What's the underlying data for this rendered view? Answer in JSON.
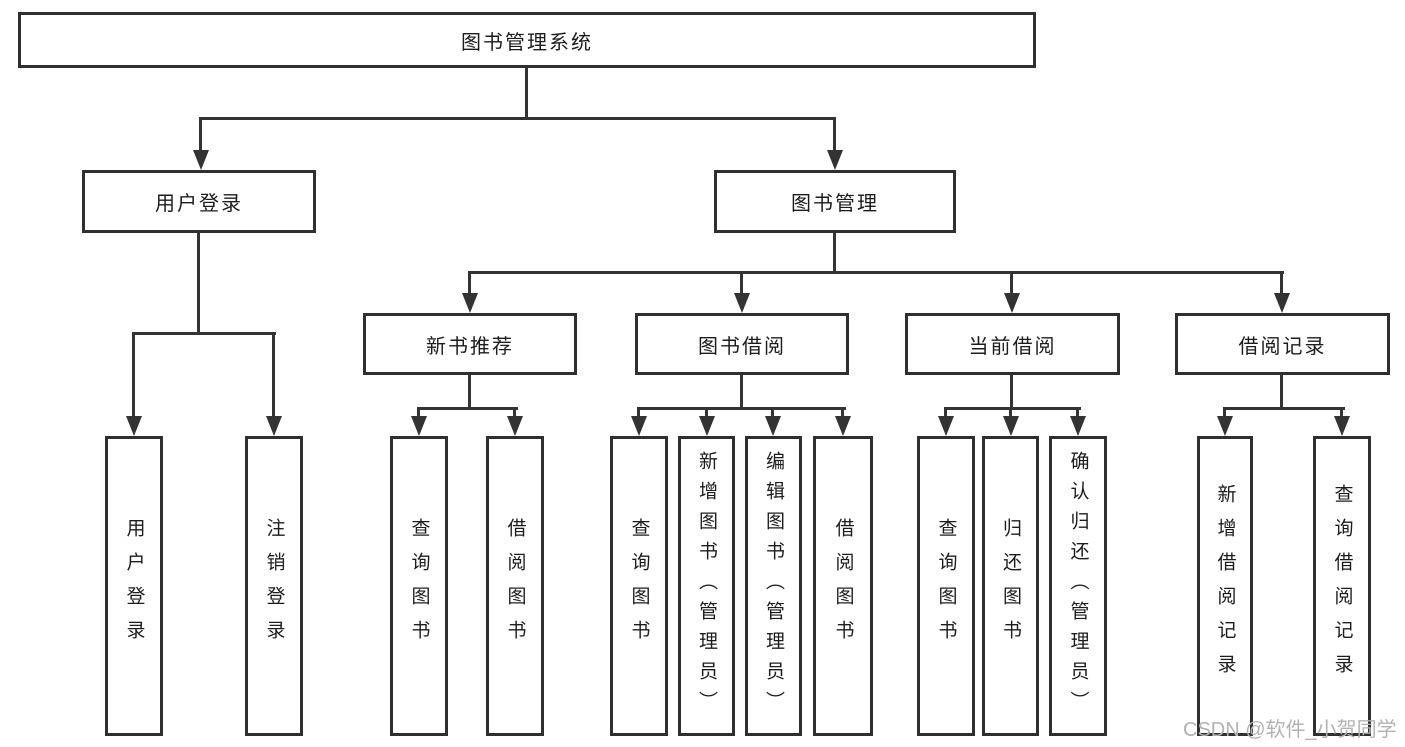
{
  "diagram": {
    "type": "tree",
    "title": "图书管理系统",
    "colors": {
      "line": "#333333",
      "box_border": "#2f2f2f",
      "box_fill": "#ffffff",
      "text": "#1c1c1c",
      "watermark": "#b2b2b2",
      "background": "#ffffff"
    },
    "root": {
      "label": "图书管理系统",
      "children": [
        {
          "label": "用户登录",
          "children": [
            {
              "label": "用户登录"
            },
            {
              "label": "注销登录"
            }
          ]
        },
        {
          "label": "图书管理",
          "children": [
            {
              "label": "新书推荐",
              "children": [
                {
                  "label": "查询图书"
                },
                {
                  "label": "借阅图书"
                }
              ]
            },
            {
              "label": "图书借阅",
              "children": [
                {
                  "label": "查询图书"
                },
                {
                  "label": "新增图书（管理员）"
                },
                {
                  "label": "编辑图书（管理员）"
                },
                {
                  "label": "借阅图书"
                }
              ]
            },
            {
              "label": "当前借阅",
              "children": [
                {
                  "label": "查询图书"
                },
                {
                  "label": "归还图书"
                },
                {
                  "label": "确认归还（管理员）"
                }
              ]
            },
            {
              "label": "借阅记录",
              "children": [
                {
                  "label": "新增借阅记录"
                },
                {
                  "label": "查询借阅记录"
                }
              ]
            }
          ]
        }
      ]
    }
  },
  "watermark": {
    "text": "CSDN @软件_小贺同学"
  }
}
